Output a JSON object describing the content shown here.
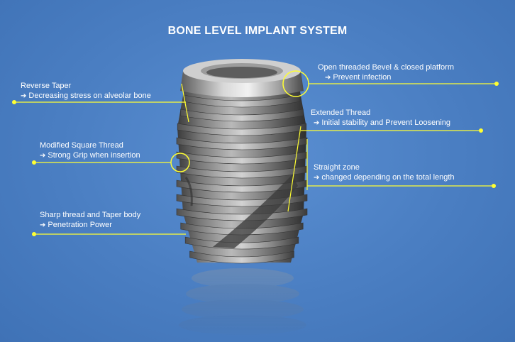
{
  "title": "BONE LEVEL IMPLANT SYSTEM",
  "annotations": {
    "reverse_taper": {
      "heading": "Reverse Taper",
      "detail": "Decreasing stress on alveolar bone"
    },
    "modified_square_thread": {
      "heading": "Modified Square Thread",
      "detail": "Strong Grip when insertion"
    },
    "sharp_thread": {
      "heading": "Sharp thread and Taper body",
      "detail": "Penetration Power"
    },
    "bevel_platform": {
      "heading": "Open threaded Bevel & closed platform",
      "detail": "Prevent infection"
    },
    "extended_thread": {
      "heading": "Extended Thread",
      "detail": "Initial stability and Prevent Loosening"
    },
    "straight_zone": {
      "heading": "Straight zone",
      "detail": "changed depending on the total length"
    }
  },
  "arrow_glyph": "➔",
  "colors": {
    "background": "#4a7ec2",
    "callout": "#ffff33",
    "text": "#ffffff",
    "implant": "#8a8a8a"
  }
}
